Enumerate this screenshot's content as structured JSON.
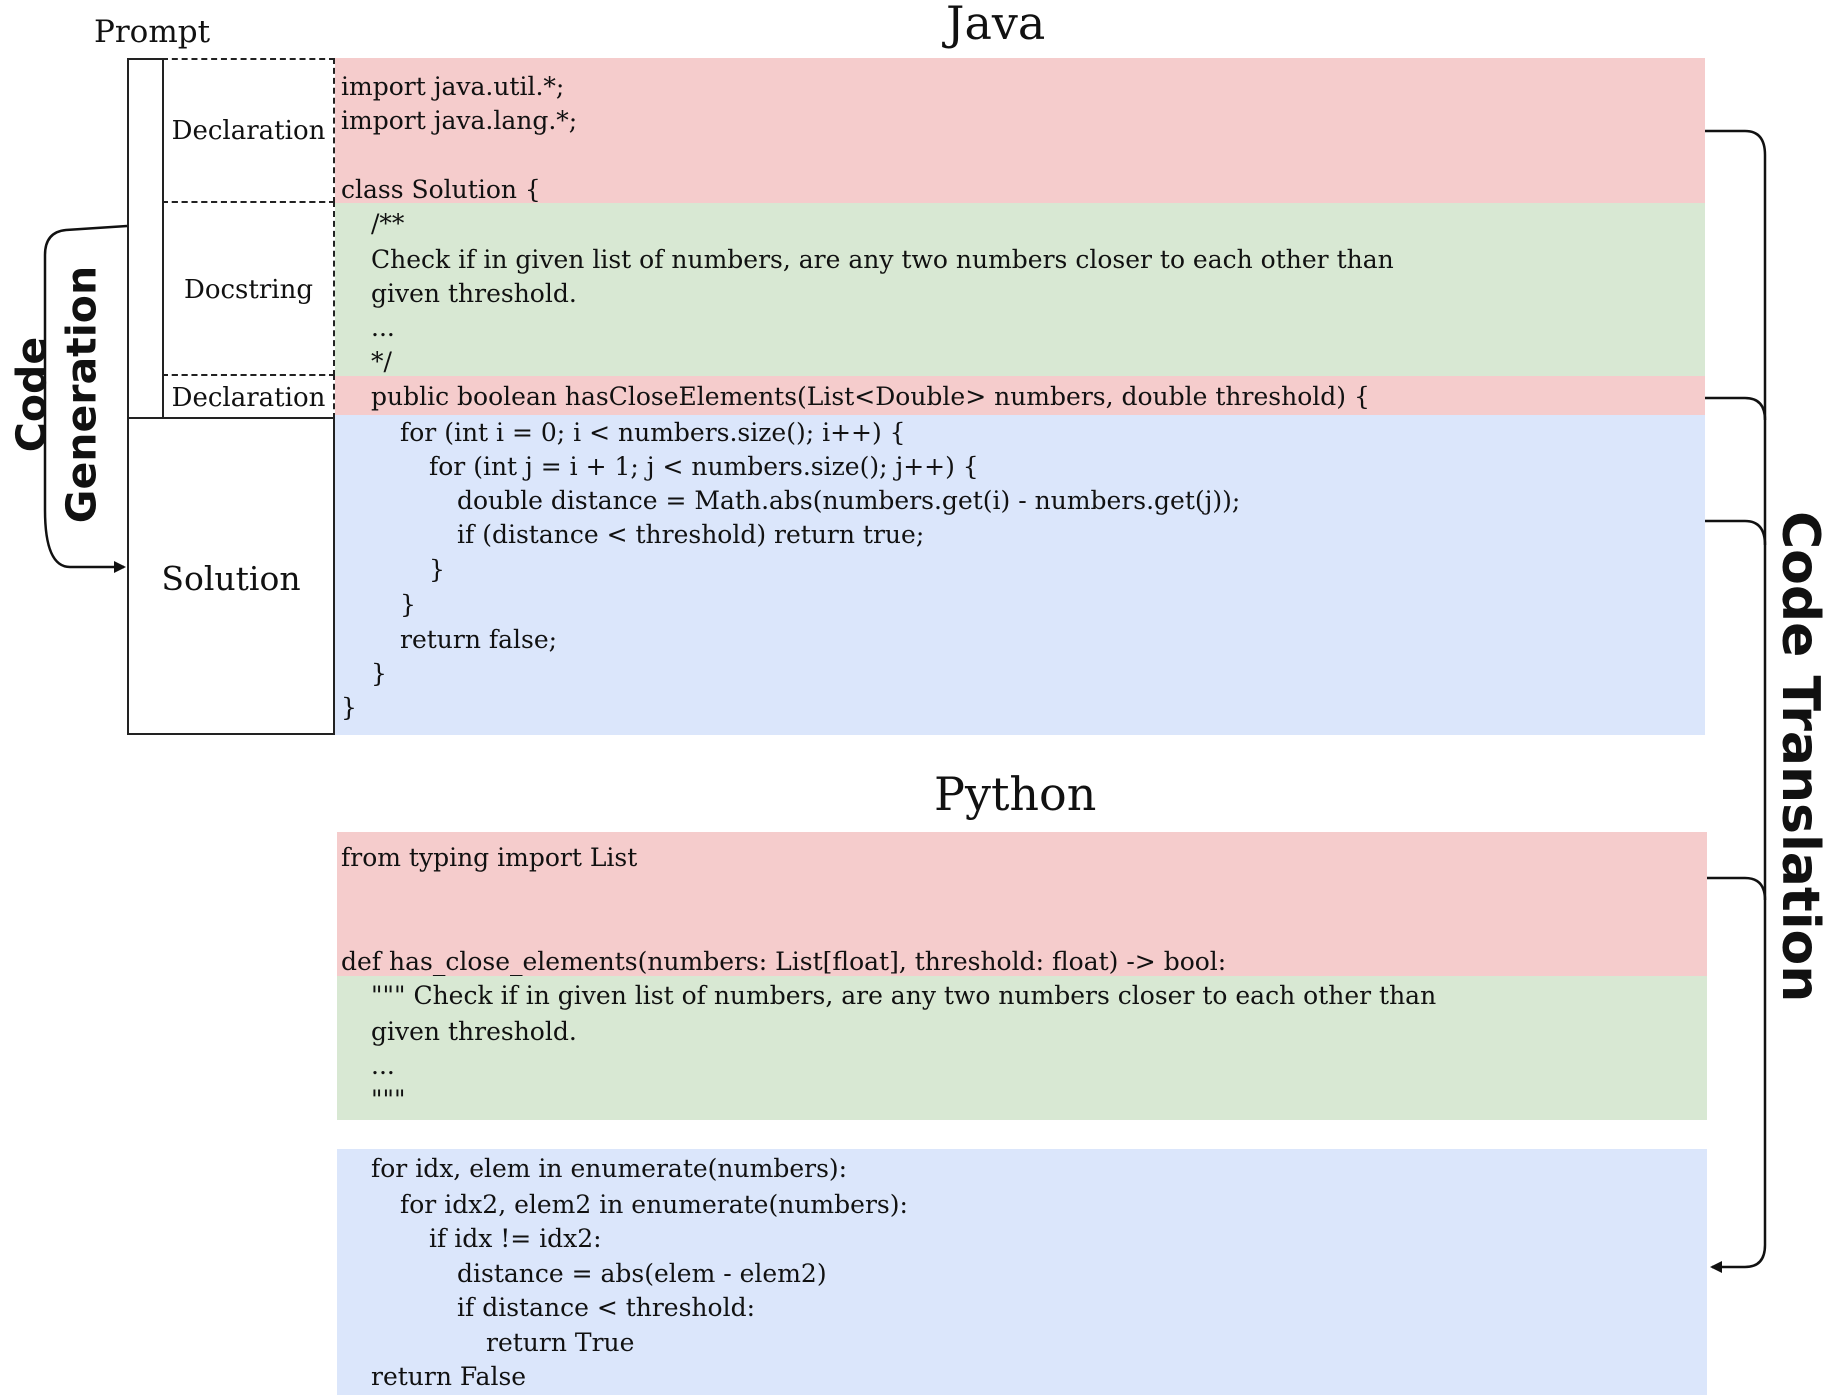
{
  "prompt_label": "Prompt",
  "java": {
    "title": "Java",
    "lines": [
      "import java.util.*;",
      "import java.lang.*;",
      "class Solution {",
      "/**",
      "Check if in given list of numbers, are any two numbers closer to each other than",
      "given threshold.",
      "...",
      "*/",
      "public boolean hasCloseElements(List<Double> numbers, double threshold) {",
      "for (int i = 0; i < numbers.size(); i++) {",
      "for (int j = i + 1; j < numbers.size(); j++) {",
      "double distance = Math.abs(numbers.get(i) - numbers.get(j));",
      "if (distance < threshold) return true;",
      "}",
      "}",
      "return false;",
      "}",
      "}"
    ]
  },
  "python": {
    "title": "Python",
    "lines": [
      "from typing import List",
      "def has_close_elements(numbers: List[float], threshold: float) -> bool:",
      "\"\"\" Check if in given list of numbers, are any two numbers closer to each other than",
      "given threshold.",
      "...",
      "\"\"\"",
      "for idx, elem in enumerate(numbers):",
      "for idx2, elem2 in enumerate(numbers):",
      "if idx != idx2:",
      "distance = abs(elem - elem2)",
      "if distance < threshold:",
      "return True",
      "return False"
    ]
  },
  "segments": {
    "declaration_1": "Declaration",
    "docstring": "Docstring",
    "declaration_2": "Declaration",
    "solution": "Solution"
  },
  "side_labels": {
    "code_generation_line1": "Code",
    "code_generation_line2": "Generation",
    "code_translation": "Code Translation"
  },
  "colors": {
    "declaration": "#f5cccc",
    "docstring": "#d8e8d3",
    "solution": "#dbe6fb"
  }
}
